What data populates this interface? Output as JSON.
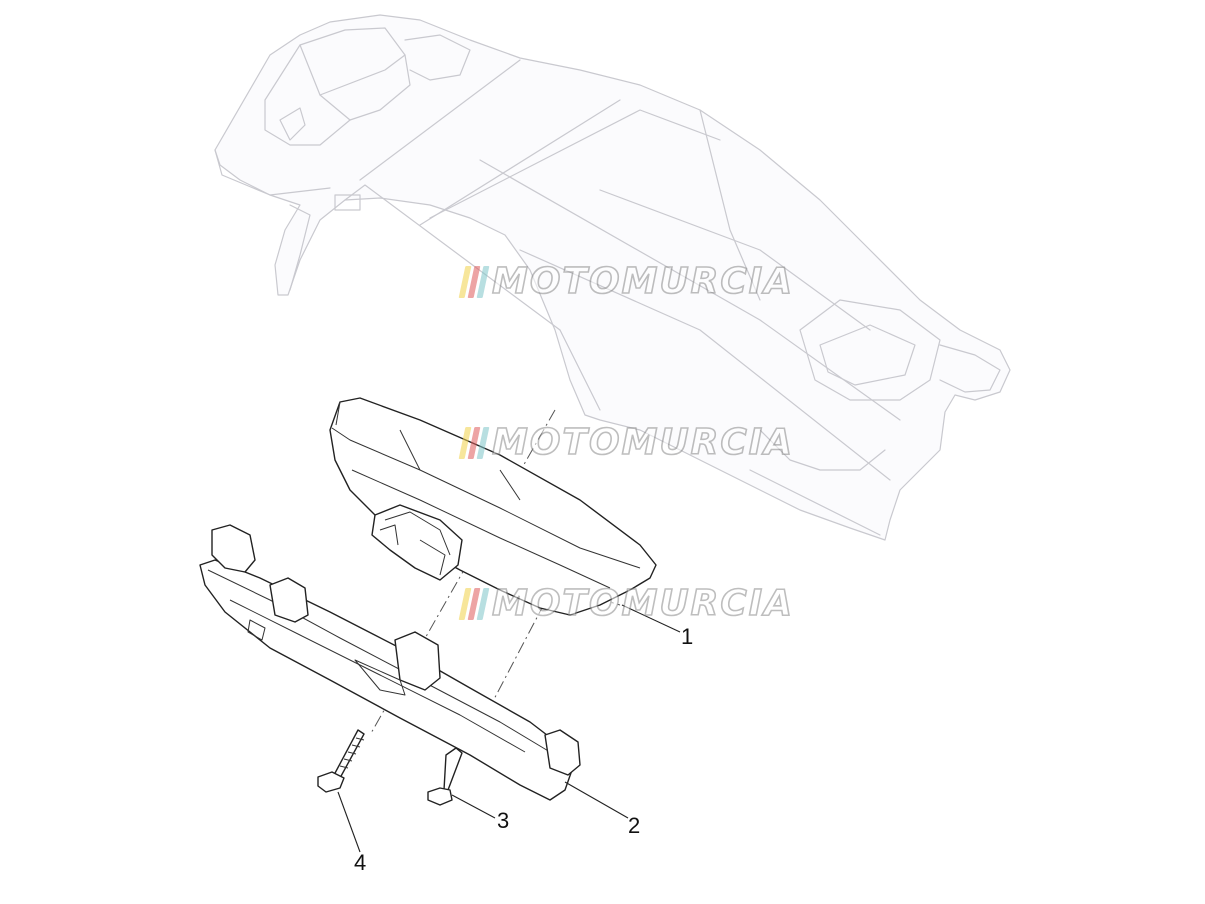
{
  "diagram": {
    "callouts": [
      {
        "id": "1",
        "label": "1"
      },
      {
        "id": "2",
        "label": "2"
      },
      {
        "id": "3",
        "label": "3"
      },
      {
        "id": "4",
        "label": "4"
      }
    ],
    "watermark": {
      "text": "MOTOMURCIA",
      "stripe_colors": [
        "#f2d24a",
        "#e05b5b",
        "#7fc6c9"
      ]
    },
    "colors": {
      "ghost_line": "#c9c9cf",
      "part_line": "#222222",
      "background": "#ffffff"
    }
  }
}
